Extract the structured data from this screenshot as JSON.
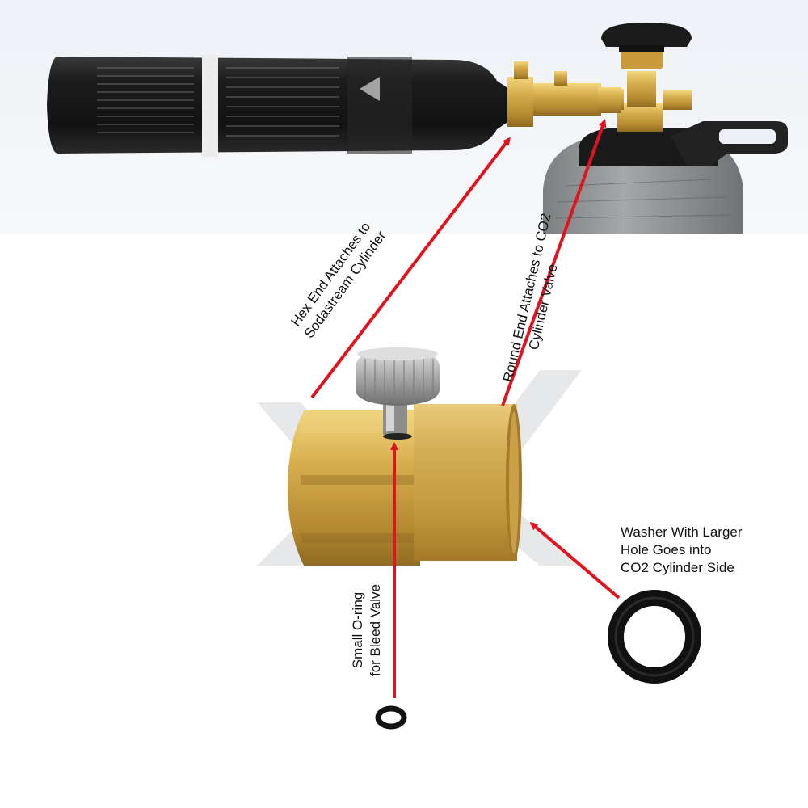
{
  "annotations": {
    "hex_end": [
      "Hex End Attaches to",
      "Sodastream Cylinder"
    ],
    "round_end": [
      "Round End Attaches to CO2",
      "Cylinder Valve"
    ],
    "small_oring": [
      "Small O-ring",
      "for Bleed Valve"
    ],
    "washer": [
      "Washer With Larger",
      "Hole Goes into",
      "CO2 Cylinder Side"
    ]
  },
  "colors": {
    "arrow": "#e0141e",
    "brass": "#c9a042",
    "cylinder": "#222222",
    "big_tank": "#8e9292",
    "oring": "#111111"
  }
}
